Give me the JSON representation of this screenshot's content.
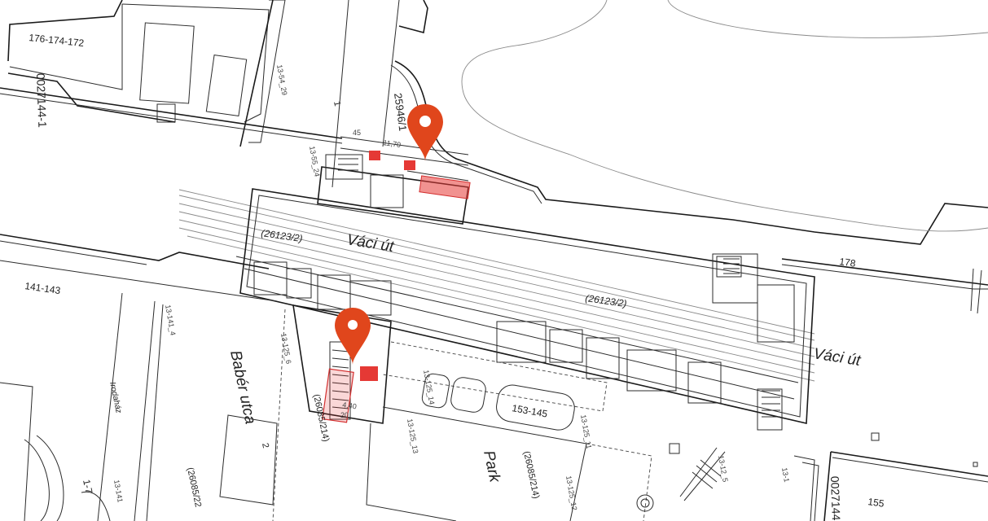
{
  "map": {
    "labels": {
      "parcel_top_left": "176-174-172",
      "parcel_vertical_left": "0027144-1",
      "parcel_top_mid": "25946/1",
      "parcel_right": "178",
      "parcel_left_mid": "141-143",
      "parcel_bottom_right": "155",
      "parcel_bottom_left": "1-7",
      "parcel_bottom_vertical": "0027144",
      "parcel_park": "153-145",
      "street_top": "Váci út",
      "street_right": "Váci út",
      "street_left": "Babér utca",
      "street_small": "Irodaház",
      "park_name": "Park",
      "plot_top": "(26123/2)",
      "plot_mid": "(26123/2)",
      "plot_park": "(26085/214)",
      "plot_left": "(26085/214)",
      "plot_bottom_left": "(26085/22",
      "one": "1",
      "two": "2",
      "dim_top_a": "45",
      "dim_top_b": "11,70",
      "dim_bottom": "4,40",
      "dim_bottom_b": "20",
      "ref_1": "13-54_29",
      "ref_2": "13-55_24",
      "ref_3": "13-141_4",
      "ref_4": "13-125_6",
      "ref_5": "13-125_13",
      "ref_6": "13-125_12",
      "ref_7": "13-125_11",
      "ref_8": "13-12_5",
      "ref_9": "13-1",
      "ref_10": "13-141",
      "ref_11": "13-125_14"
    },
    "pins": [
      {
        "name": "metro-entrance-north",
        "color": "#e0461c"
      },
      {
        "name": "metro-entrance-south",
        "color": "#e0461c"
      }
    ],
    "highlight_color": "#e53935"
  }
}
